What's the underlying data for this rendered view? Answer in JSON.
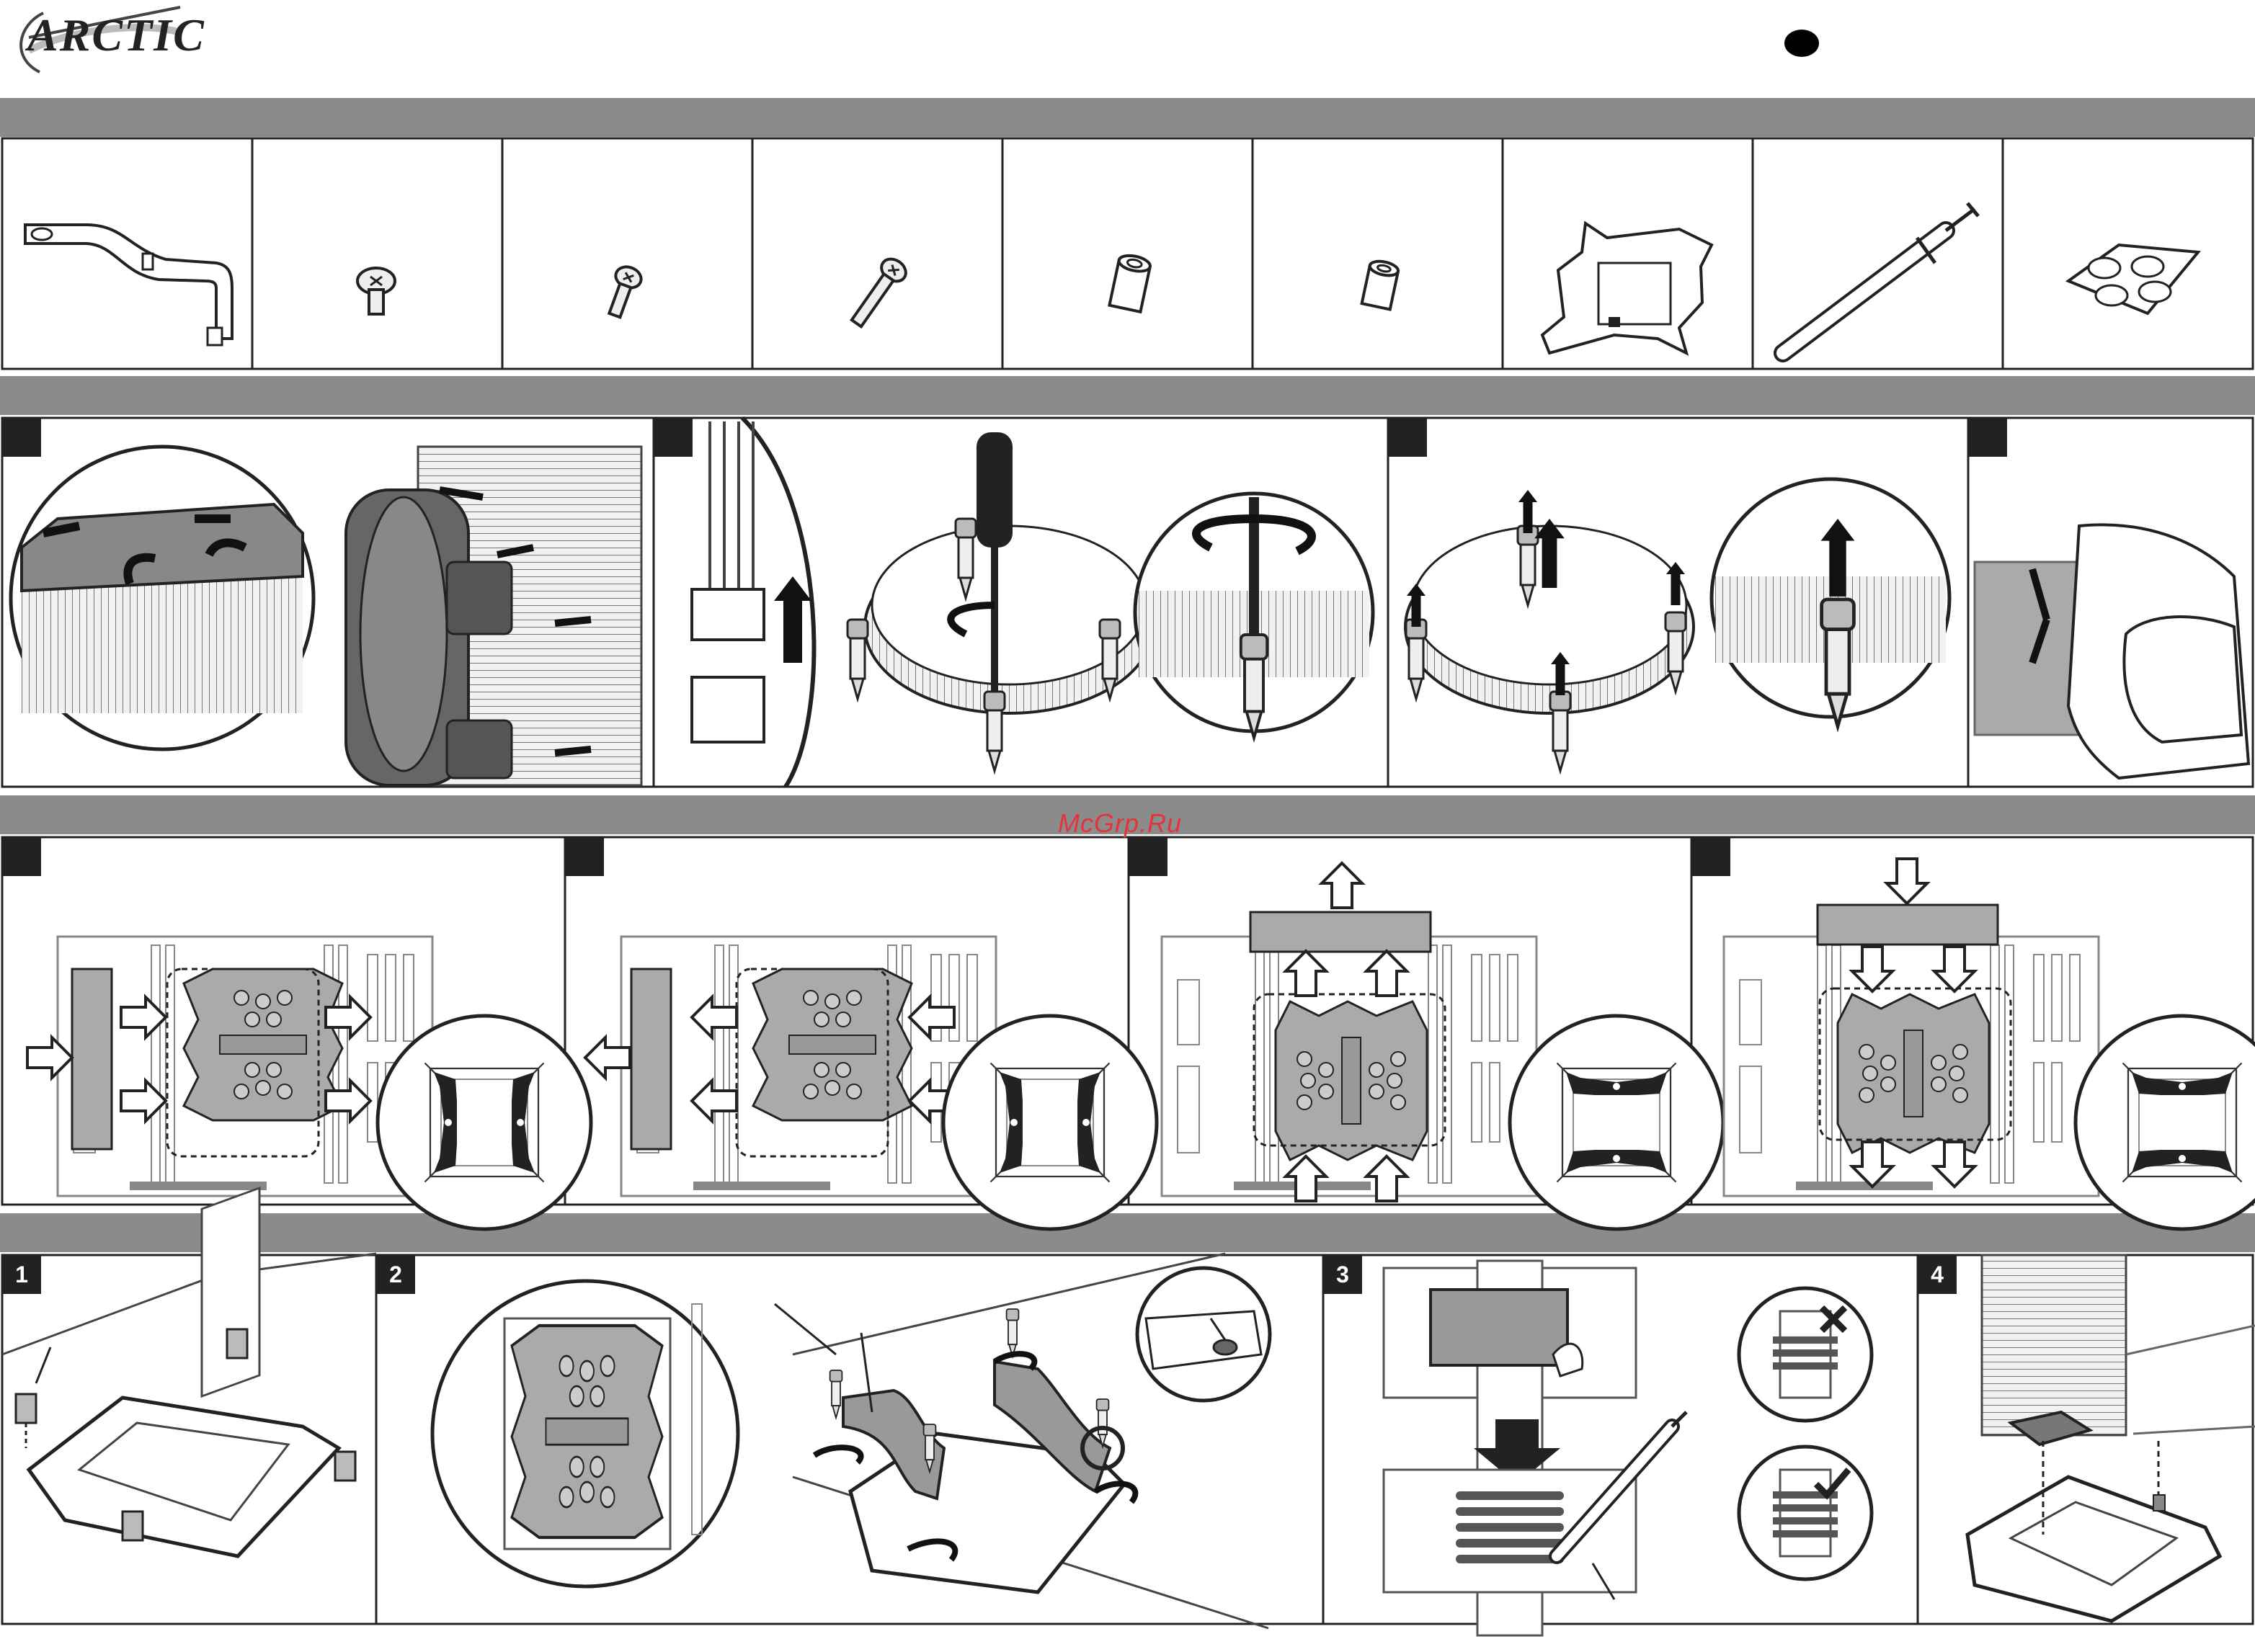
{
  "brand": {
    "logo_text": "ARCTIC"
  },
  "watermark": "McGrp.Ru",
  "steps": [
    "1",
    "2",
    "3",
    "4"
  ]
}
